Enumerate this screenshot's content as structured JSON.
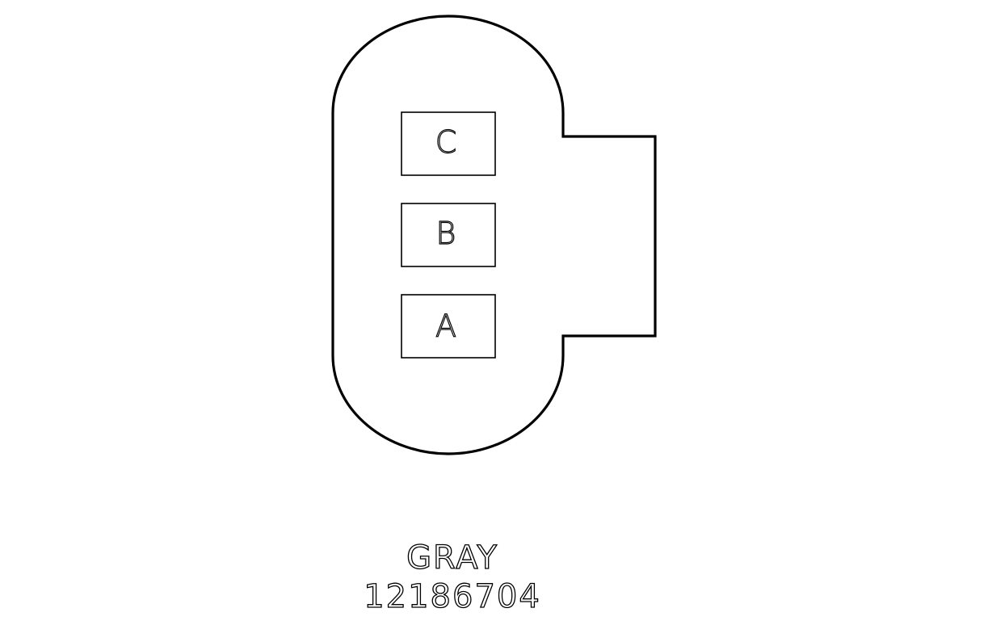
{
  "connector": {
    "color_label": "GRAY",
    "part_number": "12186704",
    "outline_color": "#000000",
    "background_color": "#ffffff",
    "pins": [
      {
        "label": "C"
      },
      {
        "label": "B"
      },
      {
        "label": "A"
      }
    ]
  }
}
